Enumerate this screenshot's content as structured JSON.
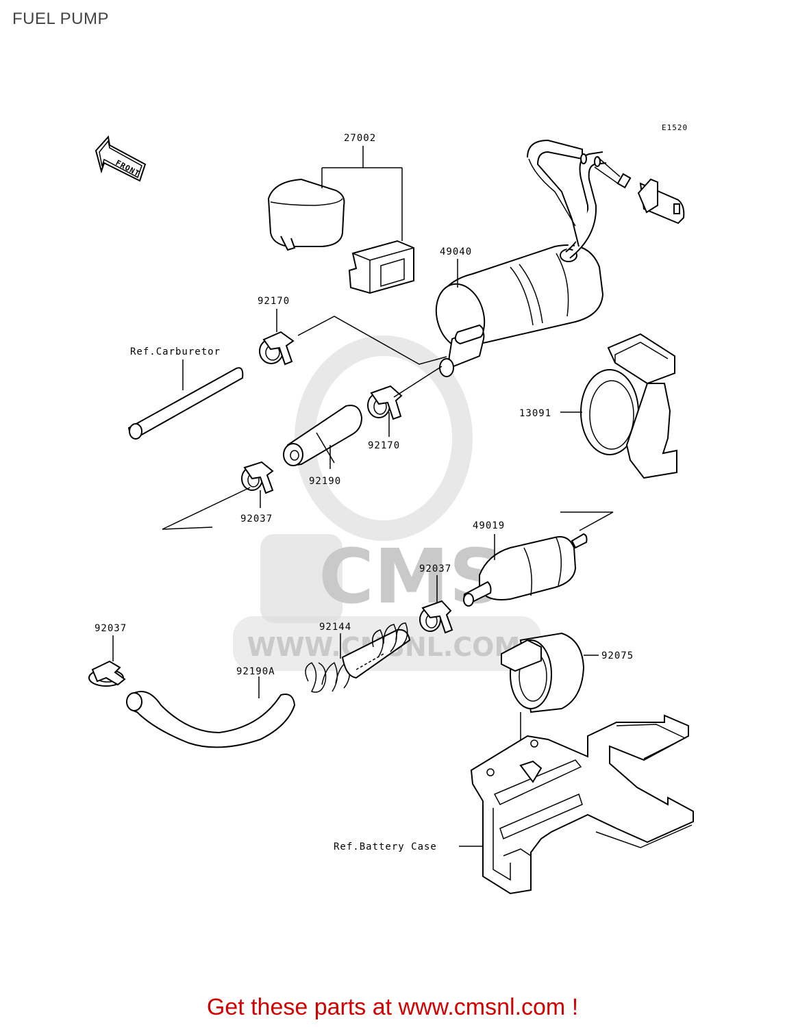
{
  "page": {
    "title": "FUEL PUMP",
    "promo_text": "Get these parts at www.cmsnl.com !"
  },
  "diagram": {
    "code": "E1520",
    "front_label": "FRONT",
    "watermark": {
      "logo_text": "CMS",
      "url_text": "WWW.CMSNL.COM"
    },
    "colors": {
      "promo": "#d40000",
      "lines": "#000000",
      "watermark": "#d9d9d9"
    },
    "labels": {
      "p27002": "27002",
      "p49040": "49040",
      "p92170_top": "92170",
      "p92170_bottom": "92170",
      "ref_carburetor": "Ref.Carburetor",
      "p13091": "13091",
      "p92190": "92190",
      "p92037_left": "92037",
      "p49019": "49019",
      "p92037_mid": "92037",
      "p92037_bottom": "92037",
      "p92144": "92144",
      "p92190A": "92190A",
      "p92075": "92075",
      "ref_battery_case": "Ref.Battery Case"
    }
  }
}
